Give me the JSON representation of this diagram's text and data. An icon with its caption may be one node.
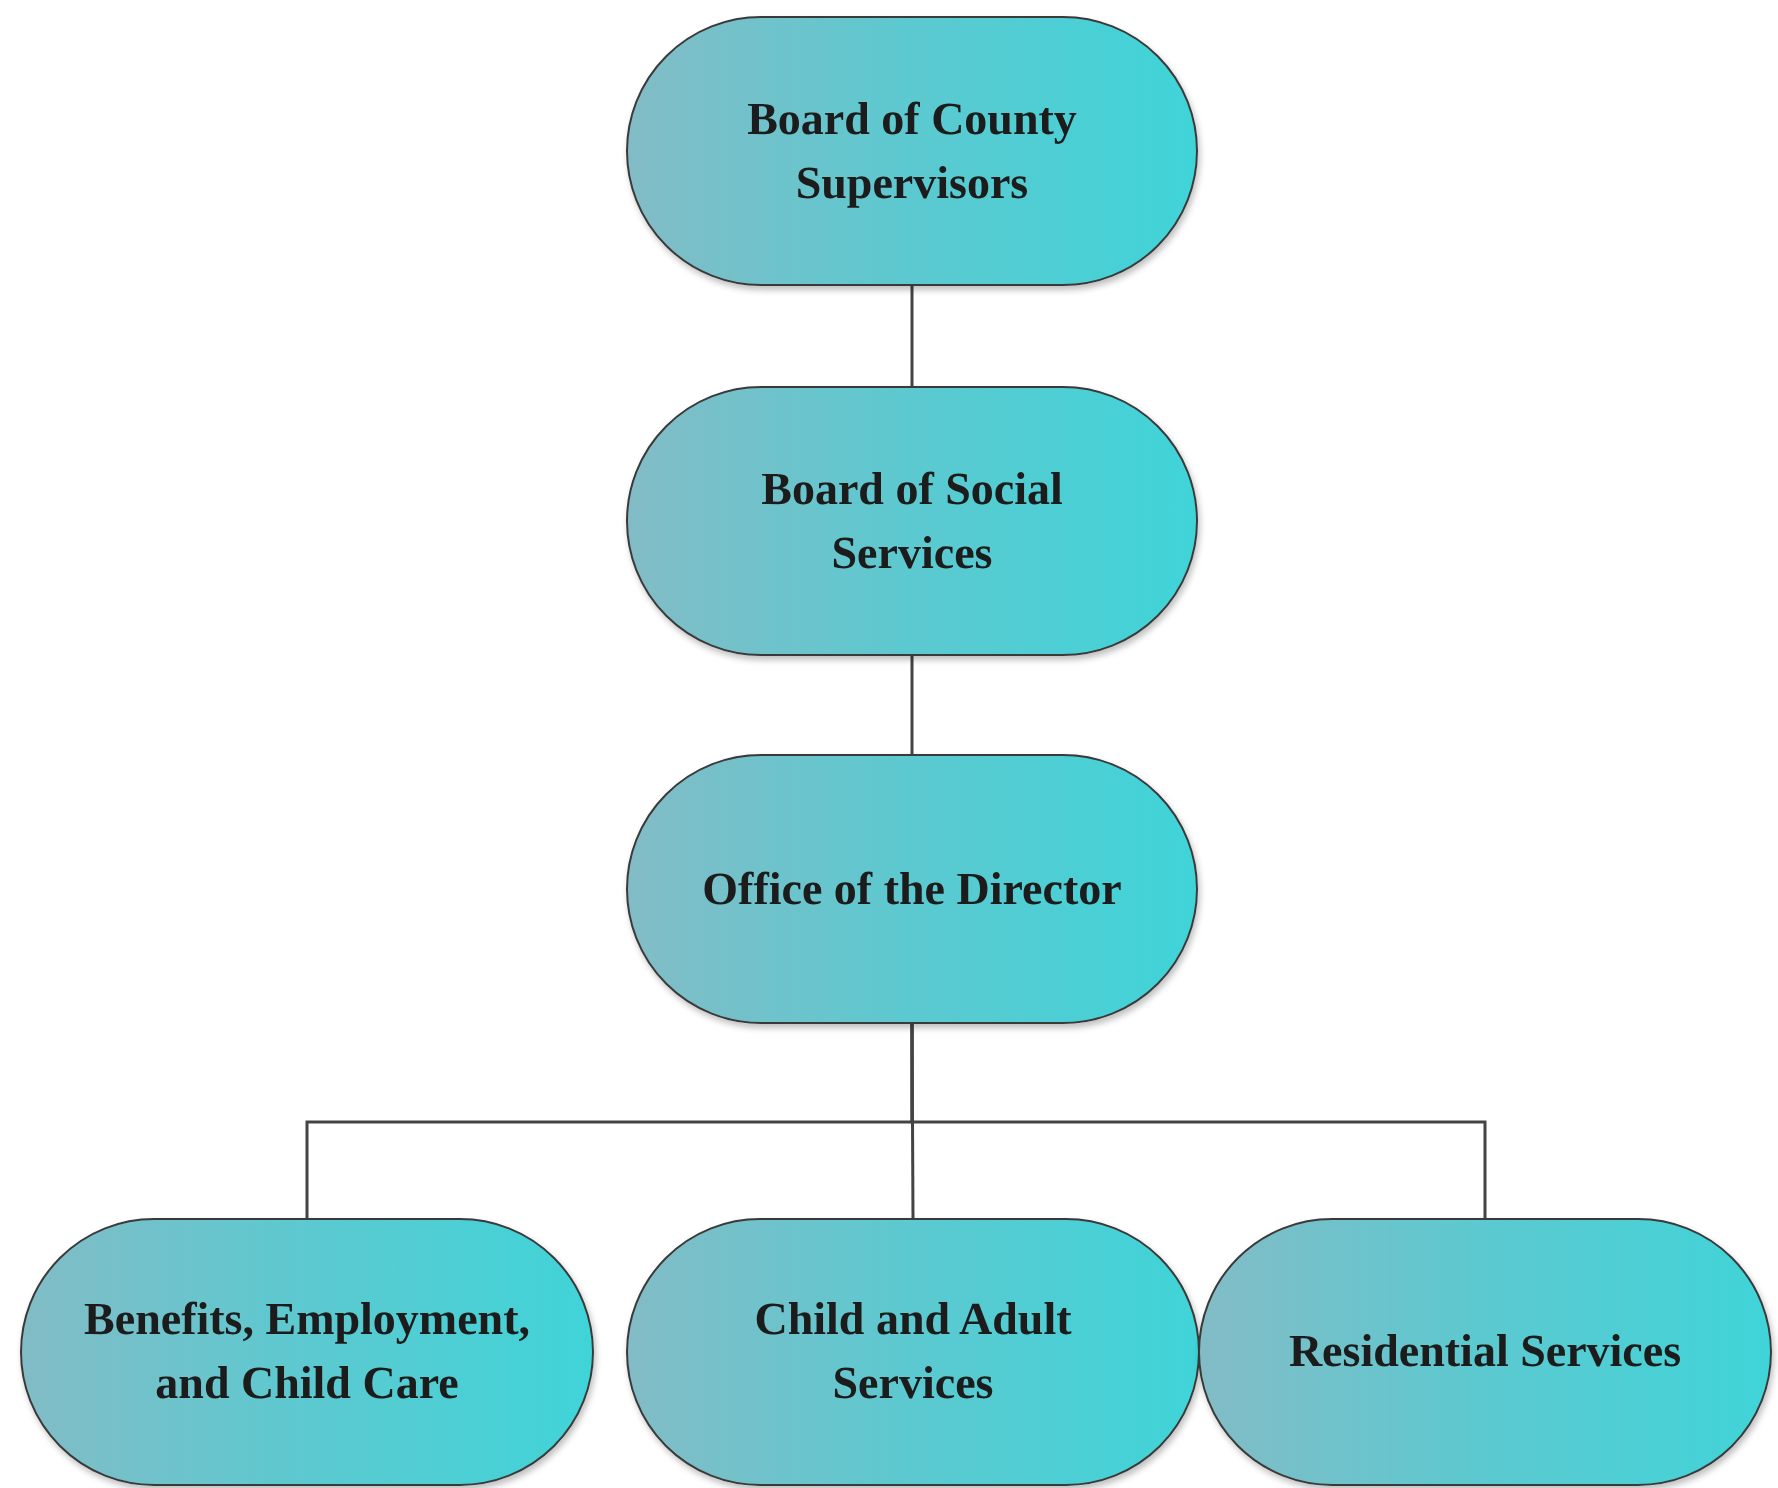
{
  "diagram": {
    "nodes": [
      {
        "text": [
          "Board of County Supervisors"
        ]
      },
      {
        "text": [
          "Board of Social Services"
        ]
      },
      {
        "text": [
          "Office of the Director"
        ]
      },
      {
        "text": [
          "Benefits, Employment, and Child Care"
        ]
      },
      {
        "text": [
          "Child and Adult Services"
        ]
      },
      {
        "text": [
          "Residential Services"
        ]
      }
    ],
    "edges": [
      {
        "from": 0,
        "to": 1,
        "arrow": "none"
      },
      {
        "from": 1,
        "to": 2,
        "arrow": "none"
      },
      {
        "from": 2,
        "to": 3,
        "arrow": "none"
      },
      {
        "from": 2,
        "to": 4,
        "arrow": "none"
      },
      {
        "from": 2,
        "to": 5,
        "arrow": "none"
      }
    ]
  }
}
